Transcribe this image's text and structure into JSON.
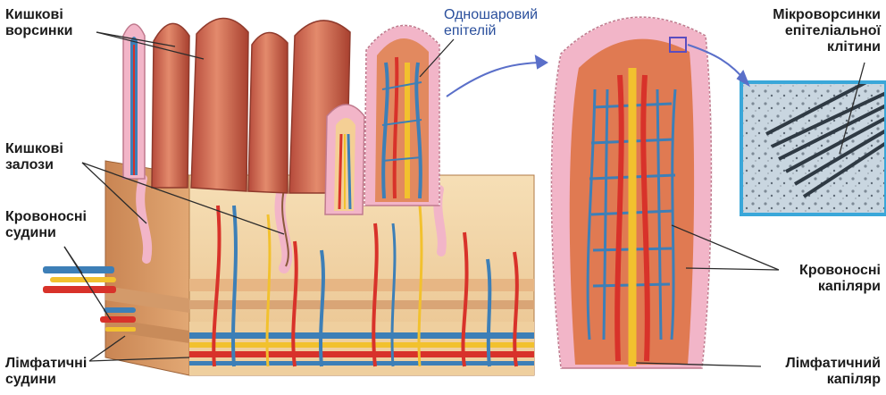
{
  "labels": {
    "villi": [
      "Кишкові",
      "ворсинки"
    ],
    "epithelium": [
      "Одношаровий",
      "епітелій"
    ],
    "microvilli": [
      "Мікроворсинки",
      "епітеліальної",
      "клітини"
    ],
    "glands": [
      "Кишкові",
      "залози"
    ],
    "vessels": [
      "Кровоносні",
      "судини"
    ],
    "capillaries": [
      "Кровоносні",
      "капіляри"
    ],
    "lymph_vessels": [
      "Лімфатичні",
      "судини"
    ],
    "lymph_capillary": [
      "Лімфатичний",
      "капіляр"
    ]
  },
  "colors": {
    "villus_flesh": "#d9735a",
    "tissue": "#f3d6a6",
    "artery": "#d8322a",
    "vein": "#3d7fb7",
    "lymph": "#f2c12e",
    "epithelium_pink": "#f2b5c8",
    "micrograph_frame": "#3aa7d9",
    "label_text": "#1b1b1b",
    "label_blue": "#2a4f9c",
    "pointer_line": "#2b2b2b"
  }
}
